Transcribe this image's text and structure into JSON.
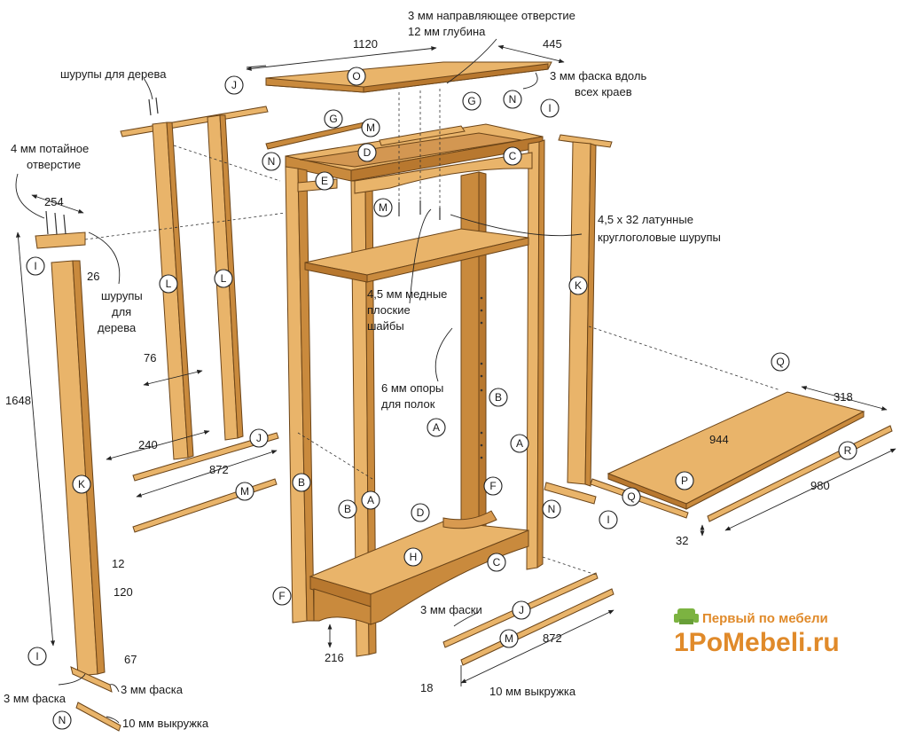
{
  "annotations": {
    "pilot_hole_line1": "3 мм направляющее отверстие",
    "pilot_hole_line2": "12 мм глубина",
    "chamfer_edges_line1": "3 мм фаска вдоль",
    "chamfer_edges_line2": "всех краев",
    "wood_screws_top": "шурупы для дерева",
    "countersink_line1": "4 мм потайное",
    "countersink_line2": "отверстие",
    "wood_screws_side_line1": "шурупы",
    "wood_screws_side_line2": "для",
    "wood_screws_side_line3": "дерева",
    "brass_screws_line1": "4,5 x 32  латунные",
    "brass_screws_line2": "круглоголовые шурупы",
    "washers_line1": "4,5 мм медные",
    "washers_line2": "плоские",
    "washers_line3": "шайбы",
    "shelf_pins_line1": "6 мм опоры",
    "shelf_pins_line2": "для полок",
    "chamfers_3mm": "3 мм фаски",
    "cove_10mm_right": "10 мм выкружка",
    "chamfer_3mm_a": "3 мм фаска",
    "chamfer_3mm_b": "3 мм фаска",
    "cove_10mm_left": "10 мм выкружка"
  },
  "dimensions": {
    "top_length": "1120",
    "top_depth": "445",
    "foot_width": "254",
    "foot_thick": "26",
    "leg_height": "1648",
    "stile_width": "76",
    "rail_width": "240",
    "rail_length_left": "872",
    "leg_thick": "12",
    "leg_width": "120",
    "foot_height": "67",
    "shelf_length": "944",
    "shelf_depth": "318",
    "strip_length": "980",
    "strip_thick": "32",
    "apron_height": "216",
    "rail_length_bottom": "872",
    "rail_thick": "18"
  },
  "parts": [
    "A",
    "B",
    "C",
    "D",
    "E",
    "F",
    "G",
    "H",
    "I",
    "J",
    "K",
    "L",
    "M",
    "N",
    "O",
    "P",
    "Q",
    "R"
  ],
  "brand": {
    "tagline": "Первый по мебели",
    "name": "1PoMebeli.ru",
    "color": "#e08a2a"
  }
}
